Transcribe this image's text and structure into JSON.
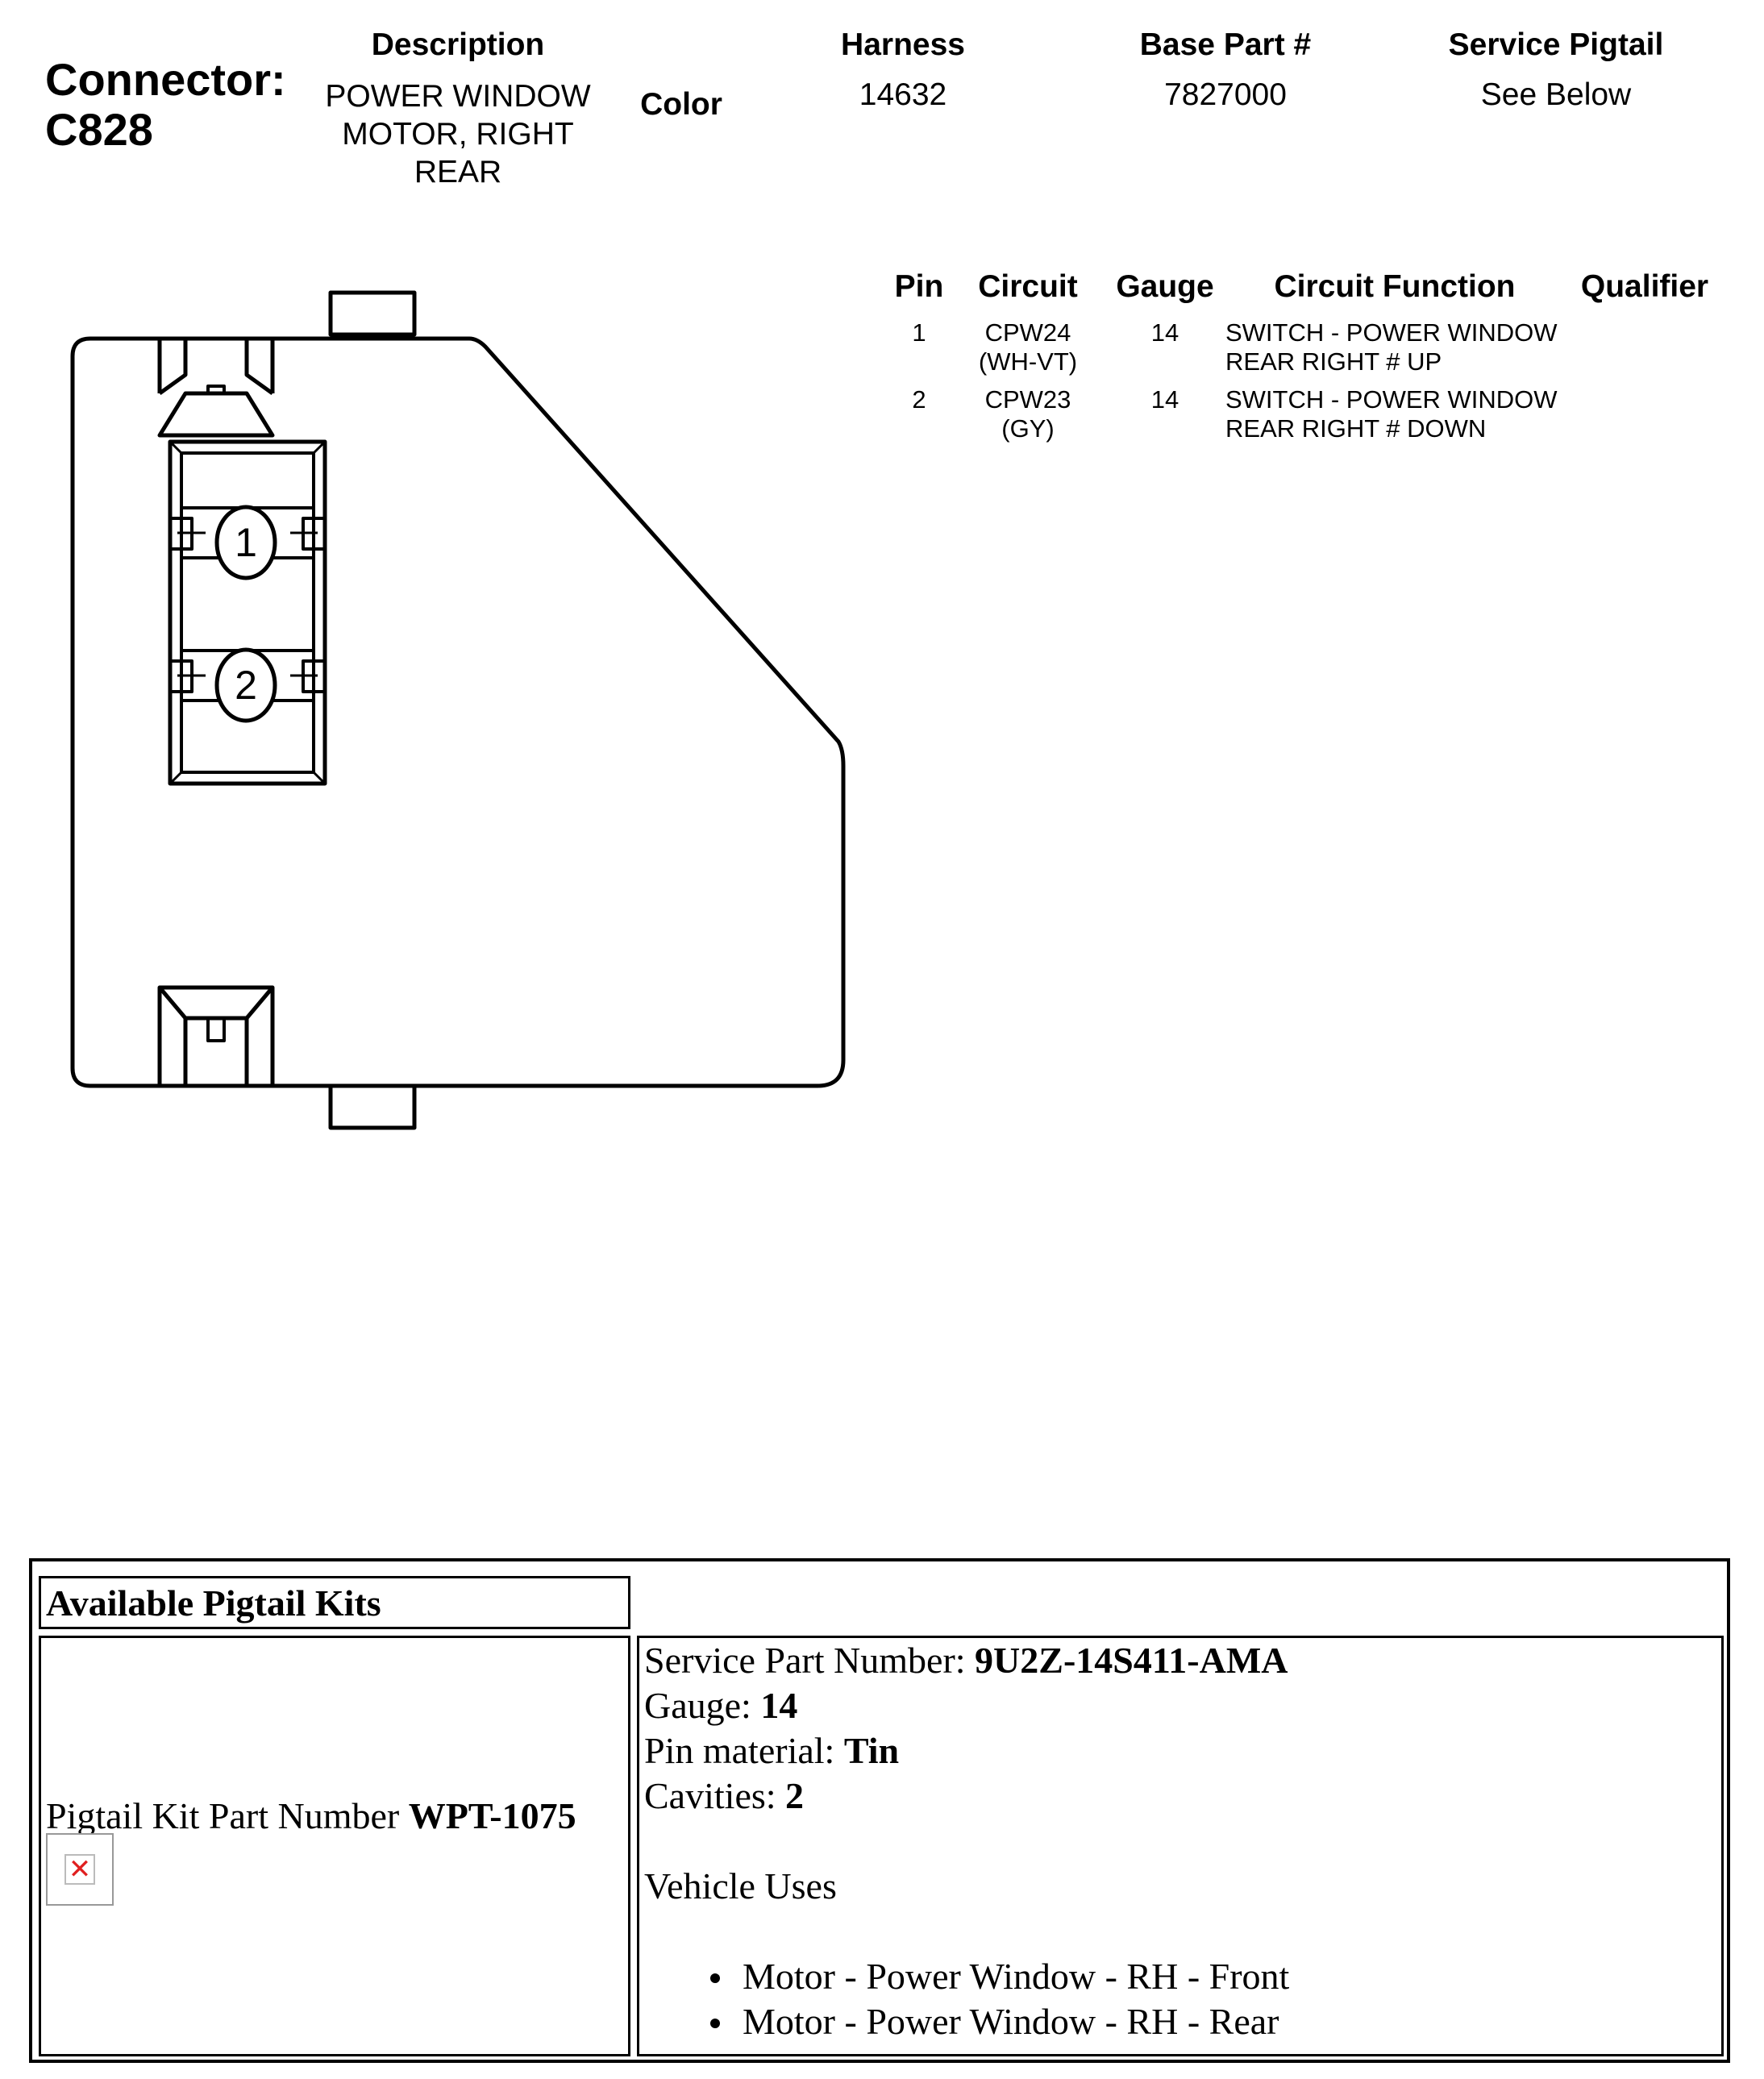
{
  "connector": {
    "label": "Connector:",
    "id": "C828"
  },
  "header": {
    "description_label": "Description",
    "description_lines": [
      "POWER WINDOW",
      "MOTOR, RIGHT",
      "REAR"
    ],
    "color_label": "Color",
    "harness_label": "Harness",
    "harness_value": "14632",
    "base_part_label": "Base Part #",
    "base_part_value": "7827000",
    "service_pigtail_label": "Service Pigtail",
    "service_pigtail_value": "See Below"
  },
  "pin_table": {
    "headers": {
      "pin": "Pin",
      "circuit": "Circuit",
      "gauge": "Gauge",
      "function": "Circuit Function",
      "qualifier": "Qualifier"
    },
    "rows": [
      {
        "pin": "1",
        "circuit": [
          "CPW24",
          "(WH-VT)"
        ],
        "gauge": "14",
        "function": [
          "SWITCH - POWER WINDOW",
          "REAR RIGHT # UP"
        ],
        "qualifier": ""
      },
      {
        "pin": "2",
        "circuit": [
          "CPW23",
          "(GY)"
        ],
        "gauge": "14",
        "function": [
          "SWITCH - POWER WINDOW",
          "REAR RIGHT # DOWN"
        ],
        "qualifier": ""
      }
    ]
  },
  "diagram": {
    "cavity_labels": [
      "1",
      "2"
    ]
  },
  "pigtail_kits": {
    "title": "Available Pigtail Kits",
    "kit_label": "Pigtail Kit Part Number ",
    "kit_number": "WPT-1075",
    "service_part_label": "Service Part Number: ",
    "service_part_value": "9U2Z-14S411-AMA",
    "gauge_label": "Gauge: ",
    "gauge_value": "14",
    "pin_material_label": "Pin material: ",
    "pin_material_value": "Tin",
    "cavities_label": "Cavities: ",
    "cavities_value": "2",
    "vehicle_uses_label": "Vehicle Uses",
    "vehicle_uses": [
      "Motor - Power Window - RH - Front",
      "Motor - Power Window - RH - Rear"
    ],
    "broken_image_icon": "broken-image-icon"
  }
}
